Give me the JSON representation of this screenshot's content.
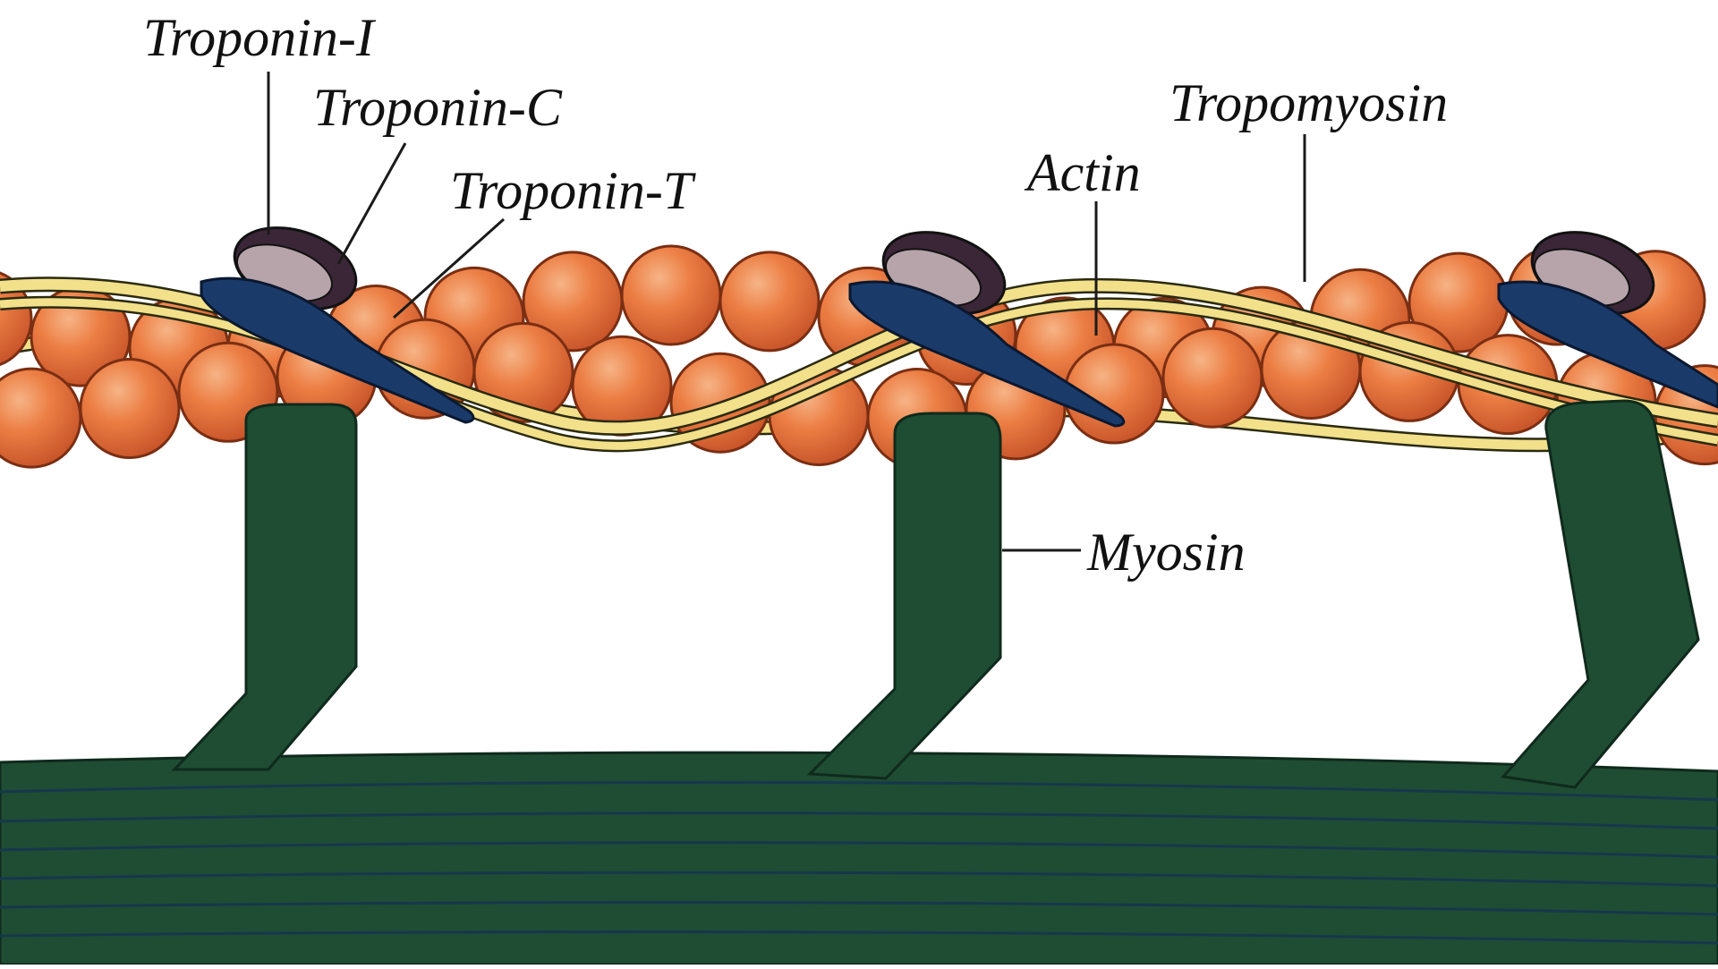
{
  "labels": {
    "troponin_i": "Troponin-I",
    "troponin_c": "Troponin-C",
    "troponin_t": "Troponin-T",
    "tropomyosin": "Tropomyosin",
    "actin": "Actin",
    "myosin": "Myosin"
  },
  "colors": {
    "actin": "#e8743a",
    "tropomyosin": "#f2e08a",
    "myosin": "#1f4d33",
    "troponin_i": "#3a2636",
    "troponin_c": "#b7a3aa",
    "troponin_t": "#1a3b6a"
  }
}
